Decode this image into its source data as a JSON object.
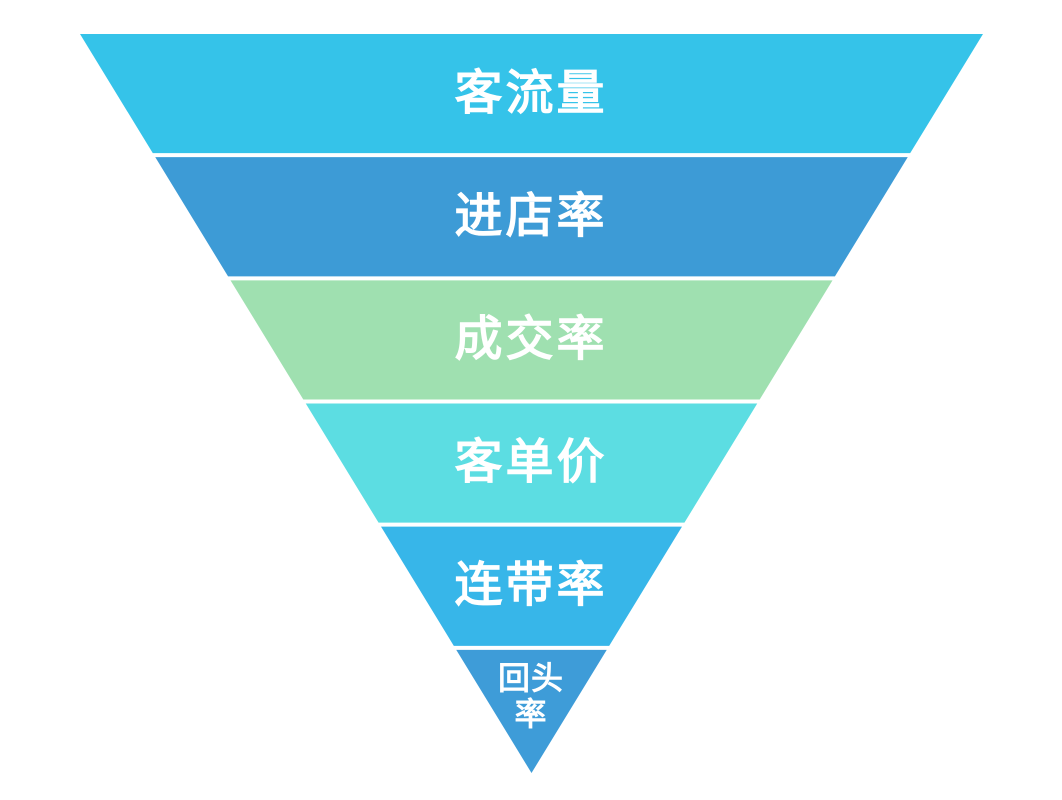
{
  "diagram": {
    "type": "funnel",
    "orientation": "inverted",
    "background_color": "#ffffff",
    "label_text_color": "#ffffff",
    "separator_color": "#ffffff",
    "stages": [
      {
        "label": "客流量",
        "color": "#35C3E9"
      },
      {
        "label": "进店率",
        "color": "#3D9BD6"
      },
      {
        "label": "成交率",
        "color": "#9FE0B0"
      },
      {
        "label": "客单价",
        "color": "#5CDDE2"
      },
      {
        "label": "连带率",
        "color": "#37B6E9"
      },
      {
        "label": "回头率",
        "color": "#3E9CD8",
        "lines": [
          "回头",
          "率"
        ]
      }
    ]
  }
}
